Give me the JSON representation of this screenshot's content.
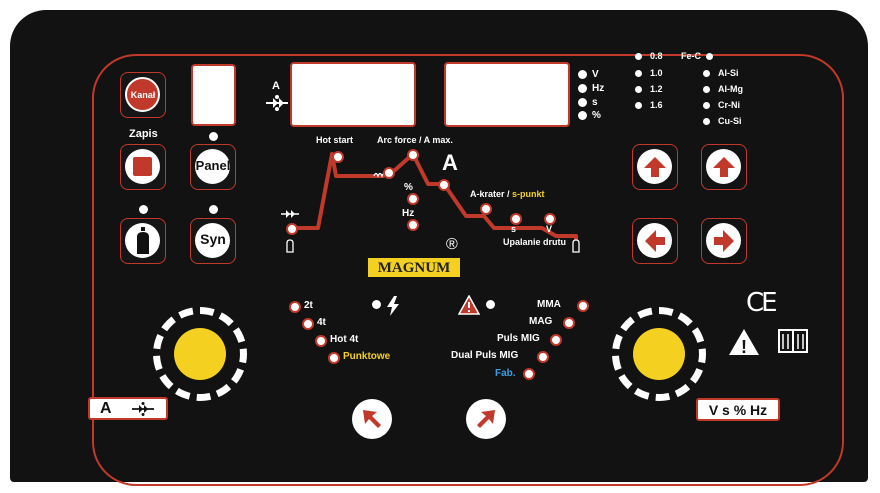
{
  "brand": {
    "name": "MAGNUM",
    "registered": "®"
  },
  "buttons": {
    "kanal": "Kanał",
    "zapis": "Zapis",
    "panel": "Panel",
    "syn": "Syn"
  },
  "display": {
    "left_unit_label": "A",
    "right_units": [
      "V",
      "Hz",
      "s",
      "%"
    ]
  },
  "wire": {
    "diameters": [
      "0.8",
      "1.0",
      "1.2",
      "1.6"
    ],
    "materials": [
      "Fe-C",
      "Al-Si",
      "Al-Mg",
      "Cr-Ni",
      "Cu-Si"
    ]
  },
  "curve": {
    "hot_start": "Hot start",
    "arc_force": "Arc force / A max.",
    "a_big": "A",
    "a_krater": "A-krater / ",
    "s_punkt": "s-punkt",
    "percent": "%",
    "hz": "Hz",
    "s": "s",
    "v": "V",
    "upalanie": "Upalanie drutu"
  },
  "modes": {
    "left": [
      "2t",
      "4t",
      "Hot 4t"
    ],
    "punktowe": "Punktowe",
    "right": [
      "MMA",
      "MAG",
      "Puls MIG",
      "Dual Puls MIG"
    ],
    "fab": "Fab."
  },
  "bottom_labels": {
    "left": "A",
    "right": "V s % Hz"
  },
  "marks": {
    "ce": "CE",
    "warning": "!"
  },
  "colors": {
    "red": "#c0392b",
    "yellow": "#f4d021",
    "panel": "#121212",
    "fab_blue": "#3aa0e0"
  }
}
